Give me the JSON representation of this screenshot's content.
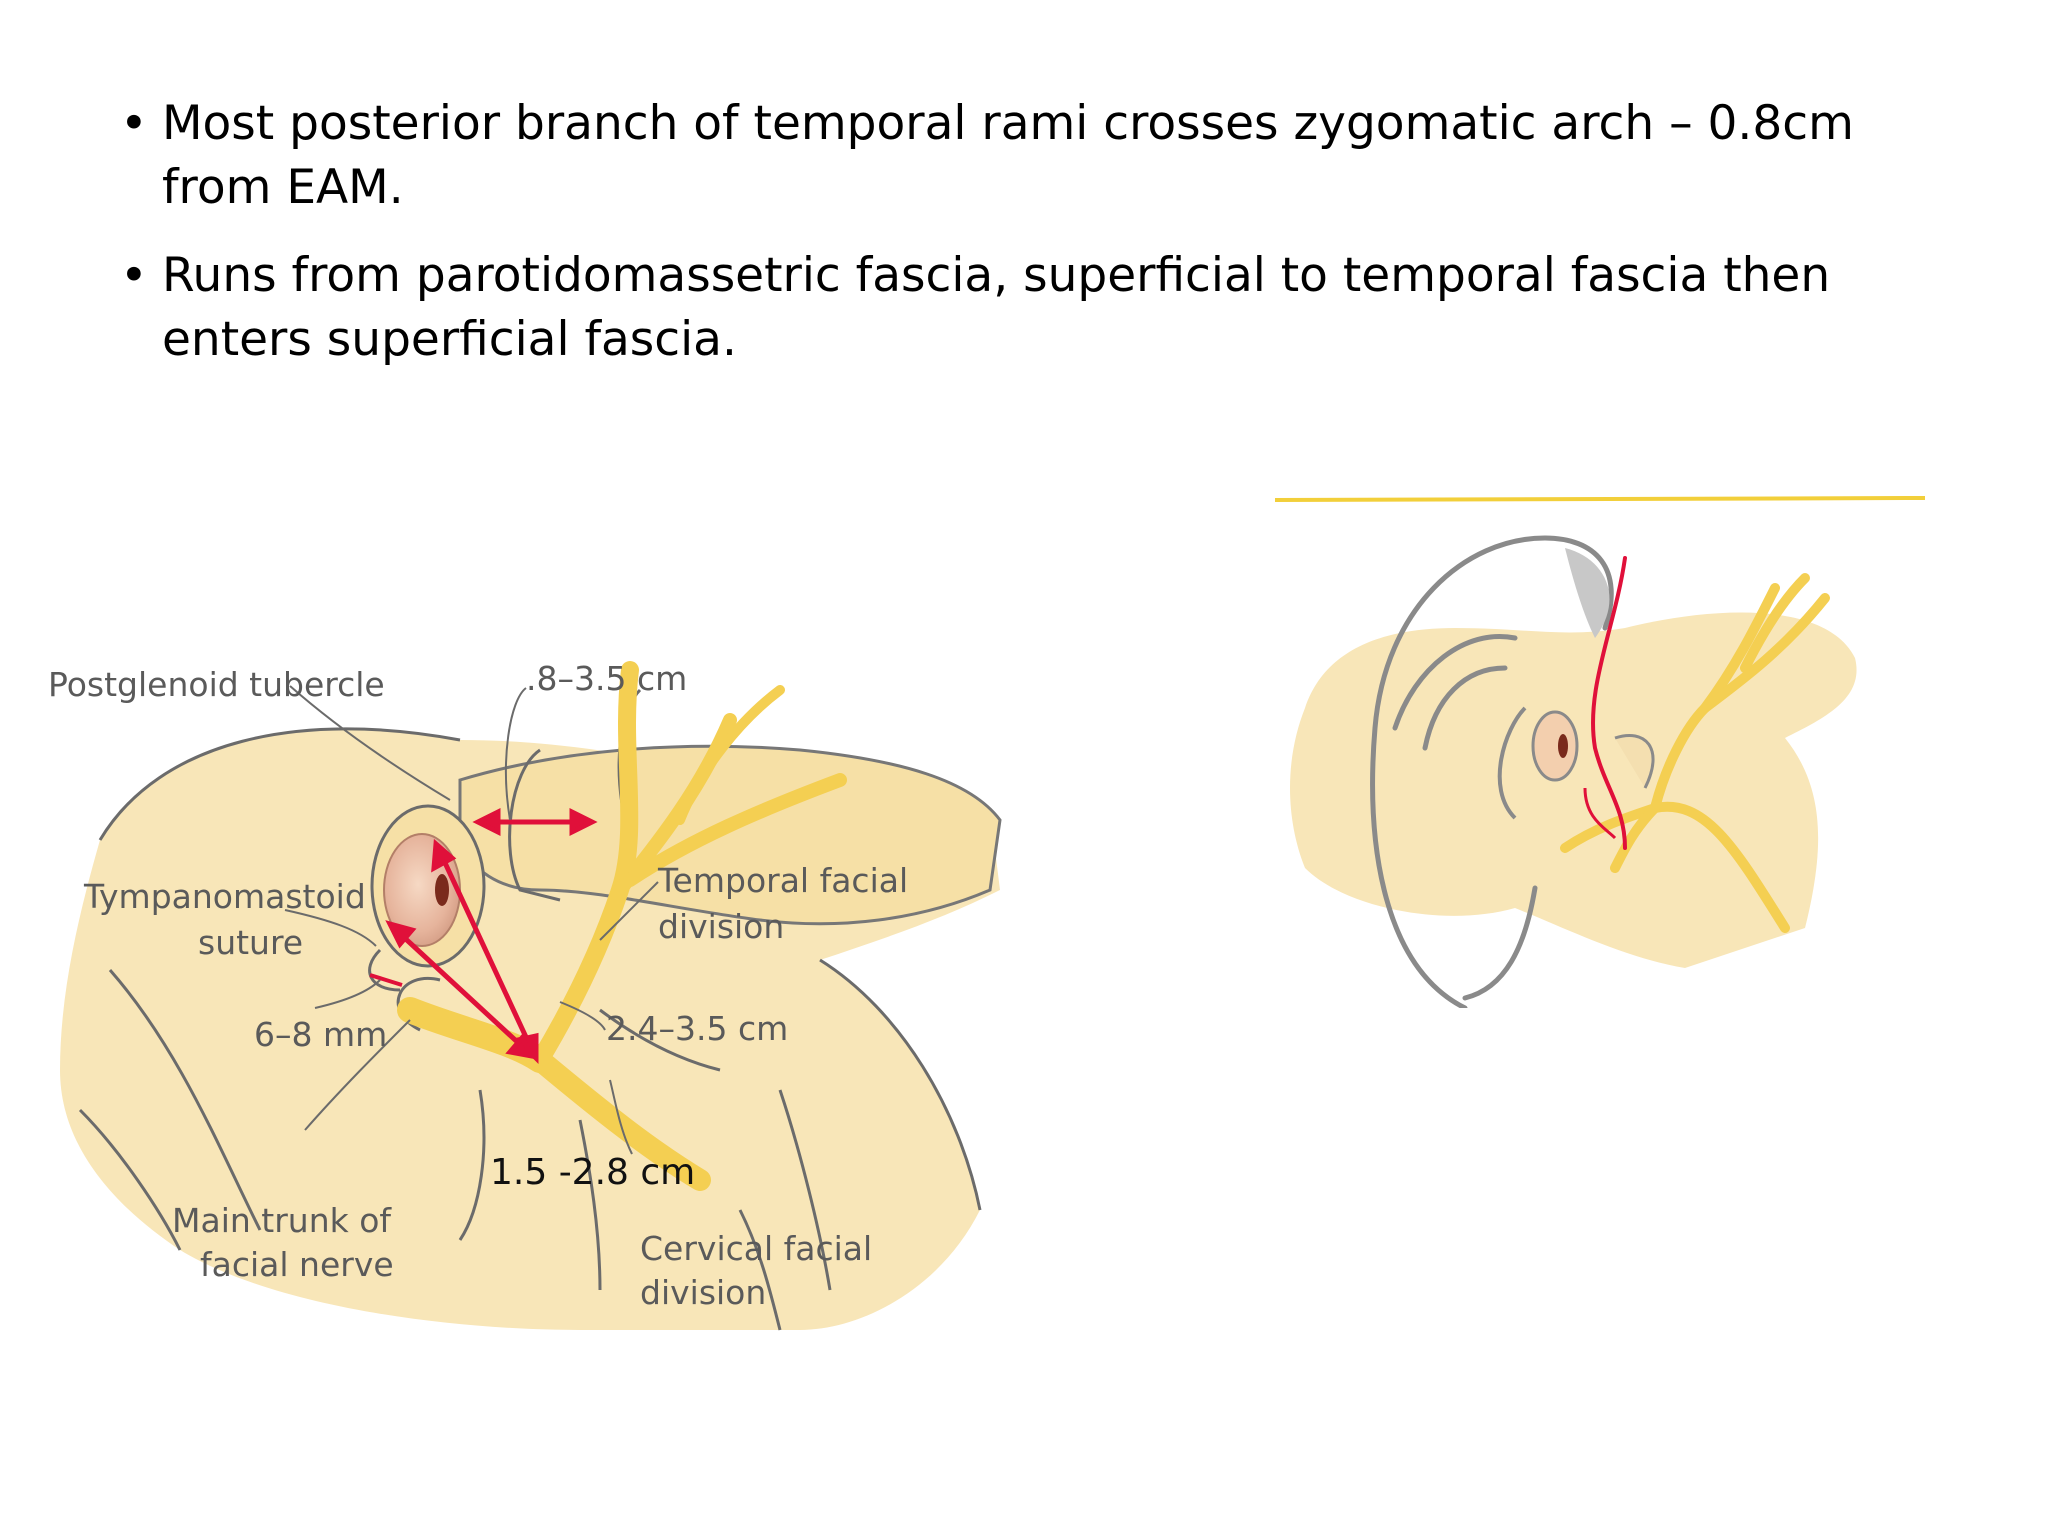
{
  "bullets": [
    "Most posterior branch of temporal rami crosses zygomatic arch – 0.8cm from EAM.",
    "Runs from parotidomassetric fascia, superficial to temporal fascia then enters superficial fascia."
  ],
  "bullet_glyph": "•",
  "left_figure": {
    "labels": {
      "postglenoid": "Postglenoid tubercle",
      "dist_top": ".8–3.5 cm",
      "tympano_1": "Tympanomastoid",
      "tympano_2": "suture",
      "temporal_1": "Temporal facial",
      "temporal_2": "division",
      "mm": "6–8 mm",
      "dist_mid": "2.4–3.5 cm",
      "dist_low": "1.5 -2.8 cm",
      "trunk_1": "Main trunk of",
      "trunk_2": "facial nerve",
      "cervical_1": "Cervical facial",
      "cervical_2": "division"
    }
  },
  "colors": {
    "skin": "#f8e6b8",
    "nerve": "#f4cf52",
    "arrow": "#e0103a",
    "outline": "#6b6b6b",
    "accent_line": "#f2cf3a",
    "ear_grey": "#c8c8c8"
  }
}
